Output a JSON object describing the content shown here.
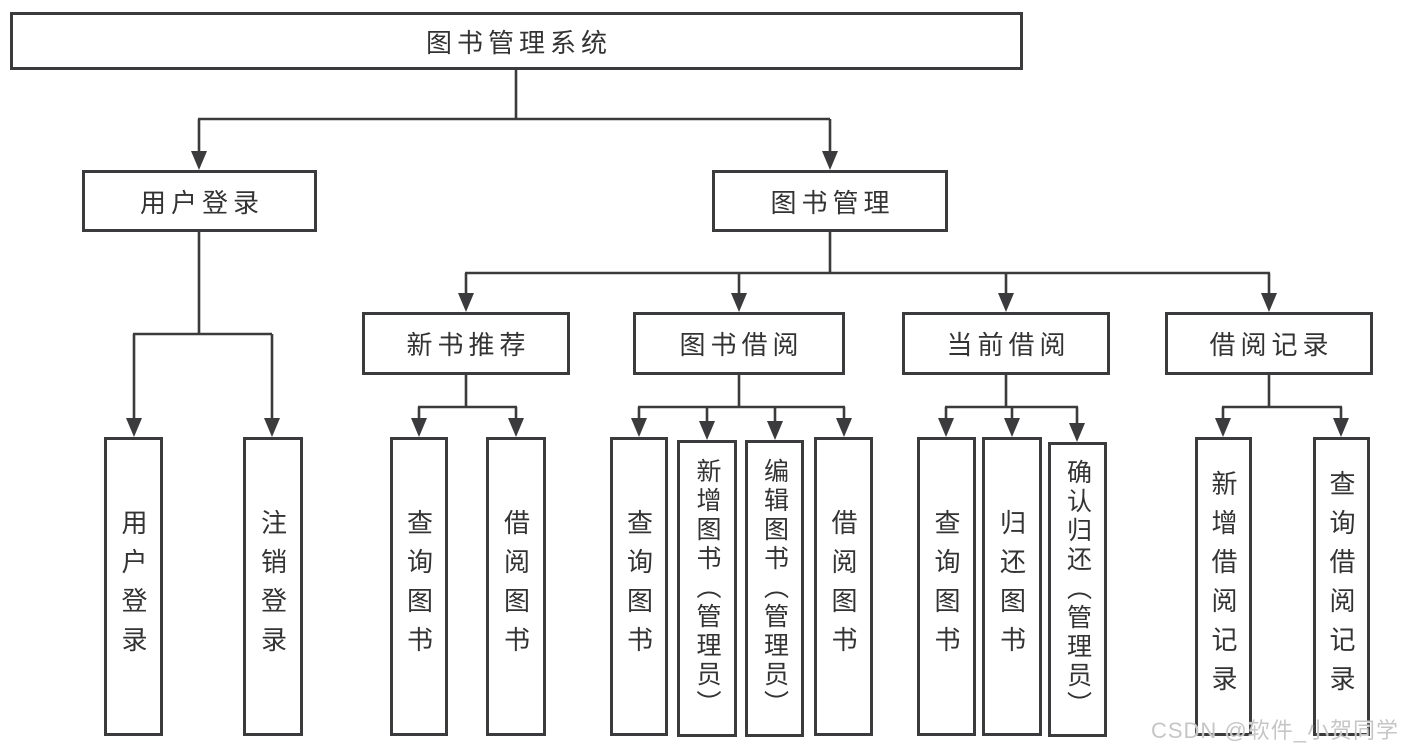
{
  "diagram": {
    "root": {
      "label": "图书管理系统"
    },
    "level2": [
      {
        "label": "用户登录",
        "children": [
          "用户登录",
          "注销登录"
        ]
      },
      {
        "label": "图书管理",
        "children": [
          {
            "label": "新书推荐",
            "children": [
              "查询图书",
              "借阅图书"
            ]
          },
          {
            "label": "图书借阅",
            "children": [
              "查询图书",
              "新增图书（管理员）",
              "编辑图书（管理员）",
              "借阅图书"
            ]
          },
          {
            "label": "当前借阅",
            "children": [
              "查询图书",
              "归还图书",
              "确认归还（管理员）"
            ]
          },
          {
            "label": "借阅记录",
            "children": [
              "新增借阅记录",
              "查询借阅记录"
            ]
          }
        ]
      }
    ]
  },
  "watermark": {
    "text": "CSDN @软件_小贺同学"
  },
  "colors": {
    "line": "#3b3b3d",
    "text": "#333333",
    "watermark": "#c6c6c6",
    "background": "#ffffff"
  }
}
